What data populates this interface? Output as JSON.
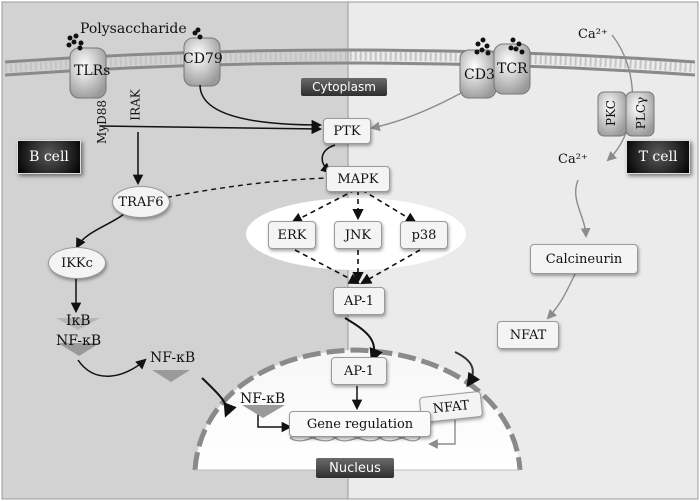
{
  "labels": {
    "polysaccharide": "Polysaccharide",
    "tlrs": "TLRs",
    "cd79": "CD79",
    "cd3": "CD3",
    "tcr": "TCR",
    "ca_top": "Ca²⁺",
    "ca_mid": "Ca²⁺",
    "myd88": "MyD88",
    "irak": "IRAK",
    "pkc": "PKC",
    "plc": "PLCγ",
    "cytoplasm": "Cytoplasm",
    "b_cell": "B cell",
    "t_cell": "T cell",
    "ptk": "PTK",
    "mapk": "MAPK",
    "traf6": "TRAF6",
    "erk": "ERK",
    "jnk": "JNK",
    "p38": "p38",
    "ap1_cyto": "AP-1",
    "ap1_nuc": "AP-1",
    "ikkc": "IKKc",
    "ikb": "IκB",
    "nfkb_1": "NF-κB",
    "nfkb_2": "NF-κB",
    "nfkb_3": "NF-κB",
    "calcineurin": "Calcineurin",
    "nfat_cyto": "NFAT",
    "nfat_nuc": "NFAT",
    "gene_regulation": "Gene regulation",
    "nucleus": "Nucleus"
  },
  "colors": {
    "b_side_bg": "#d2d2d2",
    "t_side_bg": "#ebebeb",
    "membrane": "#8a8a8a",
    "arrow_dark": "#111111",
    "arrow_grey": "#8c8c8c"
  }
}
